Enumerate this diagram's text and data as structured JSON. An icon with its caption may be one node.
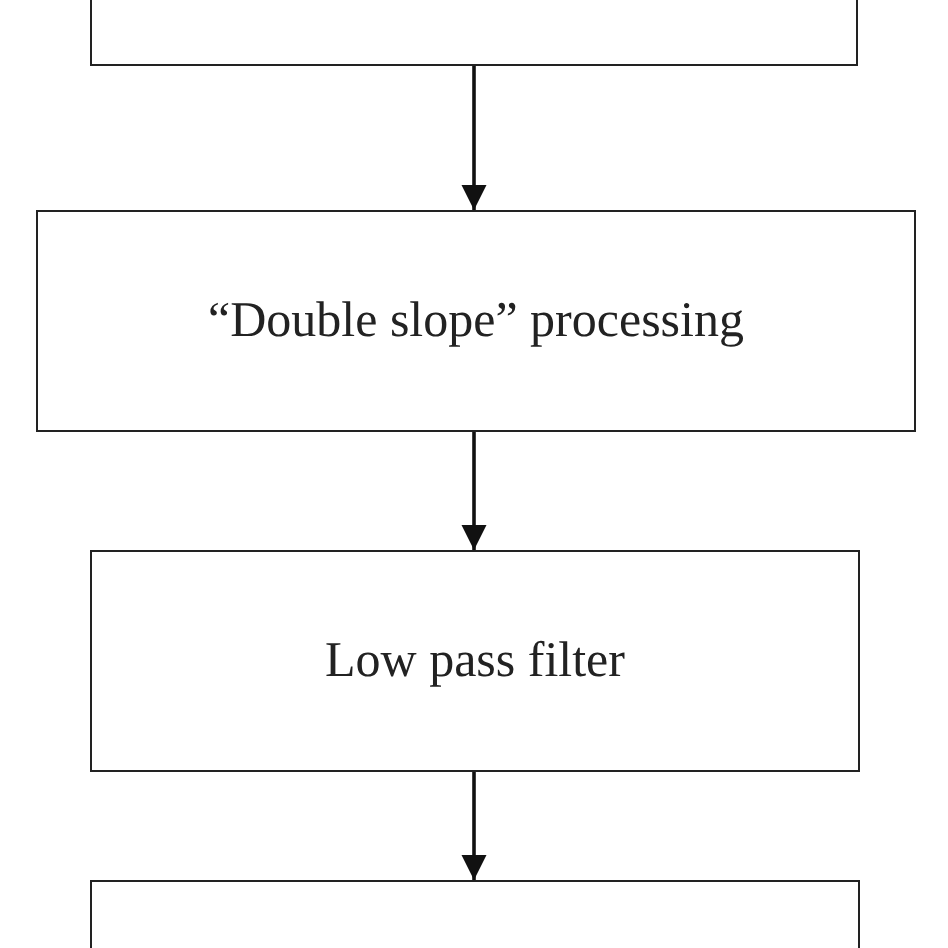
{
  "diagram": {
    "nodes": [
      {
        "text": [],
        "shape": "box"
      },
      {
        "text": [
          "“Double slope” processing"
        ]
      },
      {
        "text": [
          "Low pass filter"
        ]
      },
      {
        "text": [],
        "shape": "box"
      }
    ],
    "edges": [
      {
        "from": 0,
        "to": 1,
        "arrow": "to"
      },
      {
        "from": 1,
        "to": 2,
        "arrow": "to"
      },
      {
        "from": 2,
        "to": 3,
        "arrow": "to"
      }
    ]
  }
}
